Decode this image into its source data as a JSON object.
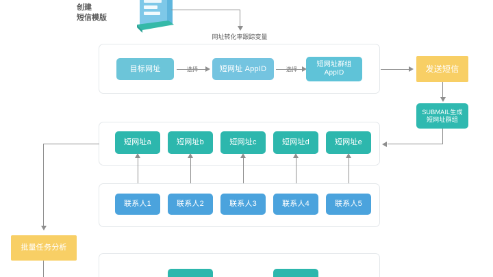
{
  "diagram": {
    "title_label": "创建\n短信模版",
    "icon_name": "sms-template-icon",
    "tracking_label": "网址转化率跟踪变量",
    "edges": {
      "select_1": "选择",
      "select_2": "选择"
    },
    "flow_row": [
      {
        "id": "target-url",
        "label": "目标网址",
        "color": "#6cc5d9"
      },
      {
        "id": "short-url-appid",
        "label": "短网址 AppID",
        "color": "#74c4e0"
      },
      {
        "id": "short-url-group-appid",
        "label": "短网址群组\nAppID",
        "color": "#5fc3d8"
      }
    ],
    "right_column": [
      {
        "id": "send-sms",
        "label": "发送短信",
        "color": "#f8cf65"
      },
      {
        "id": "submail-generate",
        "label": "SUBMAIL生成\n短网址群组",
        "color": "#2fb9b0"
      }
    ],
    "short_urls": [
      {
        "id": "short-url-a",
        "label": "短网址a",
        "color": "#2db7ad"
      },
      {
        "id": "short-url-b",
        "label": "短网址b",
        "color": "#2db7ad"
      },
      {
        "id": "short-url-c",
        "label": "短网址c",
        "color": "#2db7ad"
      },
      {
        "id": "short-url-d",
        "label": "短网址d",
        "color": "#2db7ad"
      },
      {
        "id": "short-url-e",
        "label": "短网址e",
        "color": "#2db7ad"
      }
    ],
    "contacts": [
      {
        "id": "contact-1",
        "label": "联系人1",
        "color": "#4ba3dd"
      },
      {
        "id": "contact-2",
        "label": "联系人2",
        "color": "#4ba3dd"
      },
      {
        "id": "contact-3",
        "label": "联系人3",
        "color": "#4ba3dd"
      },
      {
        "id": "contact-4",
        "label": "联系人4",
        "color": "#4ba3dd"
      },
      {
        "id": "contact-5",
        "label": "联系人5",
        "color": "#4ba3dd"
      }
    ],
    "batch_analysis": {
      "id": "batch-task-analysis",
      "label": "批量任务分析",
      "color": "#f8cf65"
    },
    "bottom_partial": [
      {
        "id": "bottom-box-1",
        "label": "",
        "color": "#2db7ad"
      },
      {
        "id": "bottom-box-2",
        "label": "",
        "color": "#2db7ad"
      }
    ],
    "colors": {
      "connector": "#8e8e8e",
      "panel_border": "#e3e7ea",
      "canvas": "#ffffff",
      "text": "#555555"
    }
  }
}
